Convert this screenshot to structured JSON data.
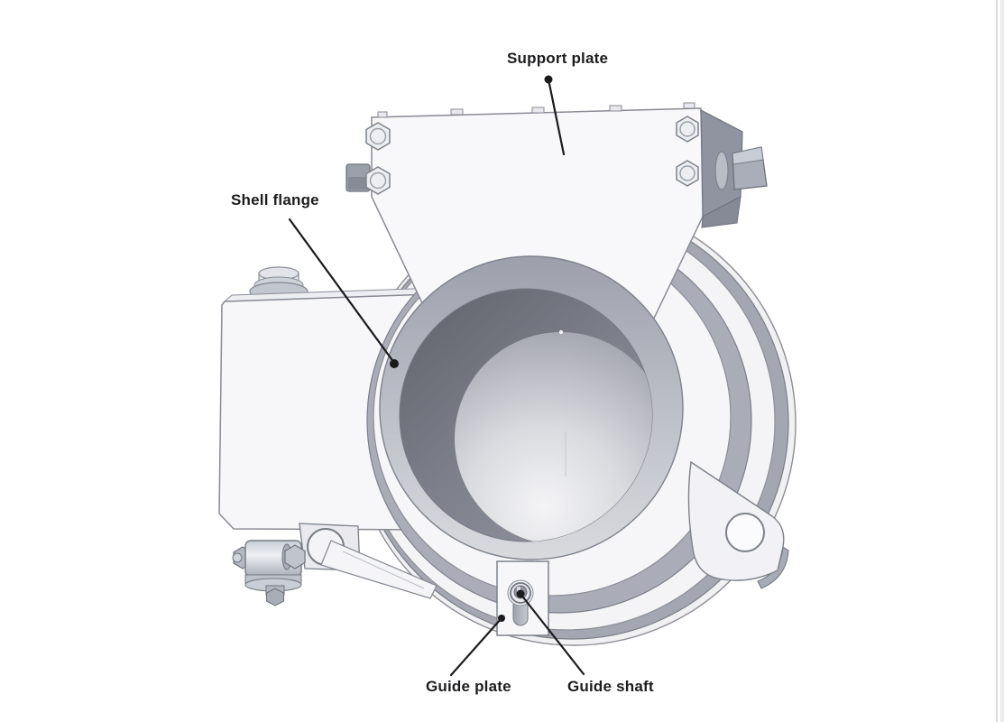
{
  "figure": {
    "kind": "technical-illustration",
    "subject": "bearing-housing-assembly",
    "callouts": [
      {
        "id": "support-plate",
        "label": "Support plate"
      },
      {
        "id": "shell-flange",
        "label": "Shell flange"
      },
      {
        "id": "guide-plate",
        "label": "Guide plate"
      },
      {
        "id": "guide-shaft",
        "label": "Guide shaft"
      }
    ]
  },
  "colors": {
    "background": "#ffffff",
    "label_ink": "#1d1d1f",
    "leader_line": "#1b1b1d",
    "page_edge": "#dcdcde",
    "page_edge_soft": "#ececef",
    "metal_light": "#f6f6f9",
    "metal_mid": "#aaadb8",
    "metal_dark": "#8b8f99",
    "outline": "#7d828a"
  }
}
